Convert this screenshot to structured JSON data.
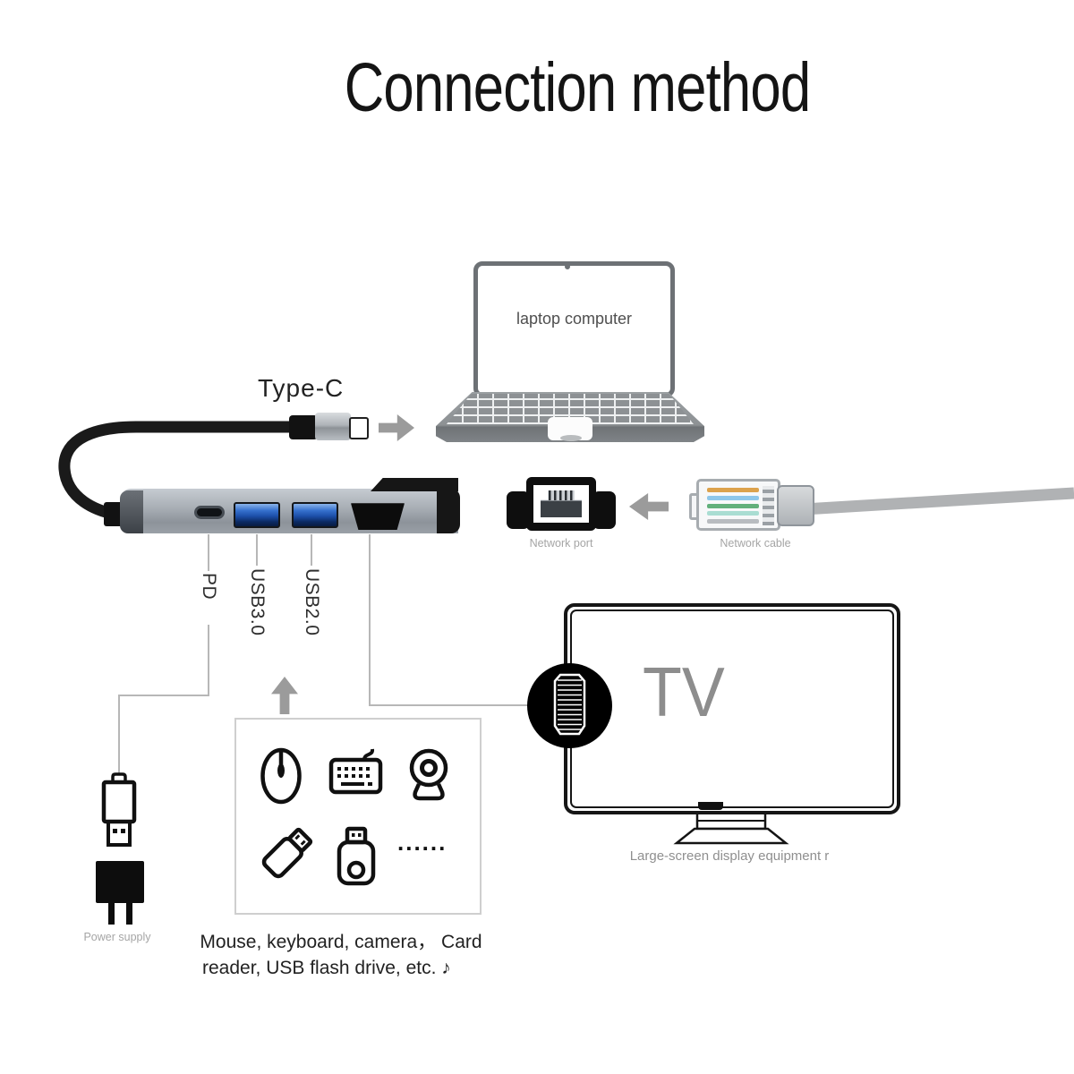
{
  "title": "Connection method",
  "laptop": {
    "label": "laptop computer"
  },
  "hub": {
    "cable_label": "Type-C",
    "port_labels": {
      "pd": "PD",
      "usb3": "USB3.0",
      "usb2": "USB2.0"
    }
  },
  "network": {
    "port_label": "Network port",
    "cable_label": "Network cable"
  },
  "tv": {
    "screen_text": "TV",
    "caption": "Large-screen display equipment r"
  },
  "power": {
    "label": "Power supply"
  },
  "peripherals": {
    "caption_line1": "Mouse, keyboard, camera，  Card",
    "caption_line2": "reader, USB flash drive, etc. ♪",
    "ellipsis": "......",
    "icons": [
      "mouse",
      "keyboard",
      "webcam",
      "usb-adapter",
      "usb-flash-drive",
      "more"
    ]
  },
  "colors": {
    "usb_port_blue": "#2f6fc8",
    "hub_gray": "#a7adb4",
    "arrow_gray": "#9b9b9b",
    "cable_black": "#1a1a1a",
    "network_cable_gray": "#b0b2b4",
    "caption_gray": "#a5a5a5"
  }
}
